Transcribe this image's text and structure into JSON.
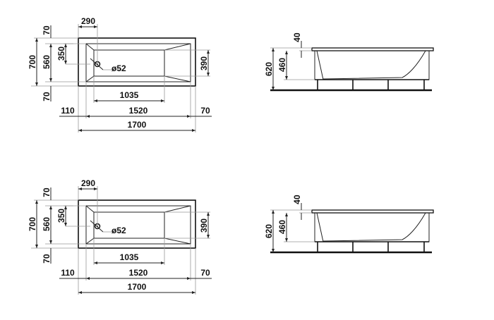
{
  "drawings": [
    {
      "plan": {
        "top_rim": "70",
        "total_width": "700",
        "inner_width": "560",
        "drain_offset": "350",
        "bottom_rim": "70",
        "drain_pos": "290",
        "drain_diameter": "ø52",
        "basin_width": "390",
        "basin_length": "1035",
        "left_rim": "110",
        "inner_length": "1520",
        "right_rim": "70",
        "total_length": "1700"
      },
      "side": {
        "rim_height": "40",
        "depth": "460",
        "total_height": "620"
      }
    },
    {
      "plan": {
        "top_rim": "70",
        "total_width": "700",
        "inner_width": "560",
        "drain_offset": "350",
        "bottom_rim": "70",
        "drain_pos": "290",
        "drain_diameter": "ø52",
        "basin_width": "390",
        "basin_length": "1035",
        "left_rim": "110",
        "inner_length": "1520",
        "right_rim": "70",
        "total_length": "1700"
      },
      "side": {
        "rim_height": "40",
        "depth": "460",
        "total_height": "620"
      }
    }
  ]
}
